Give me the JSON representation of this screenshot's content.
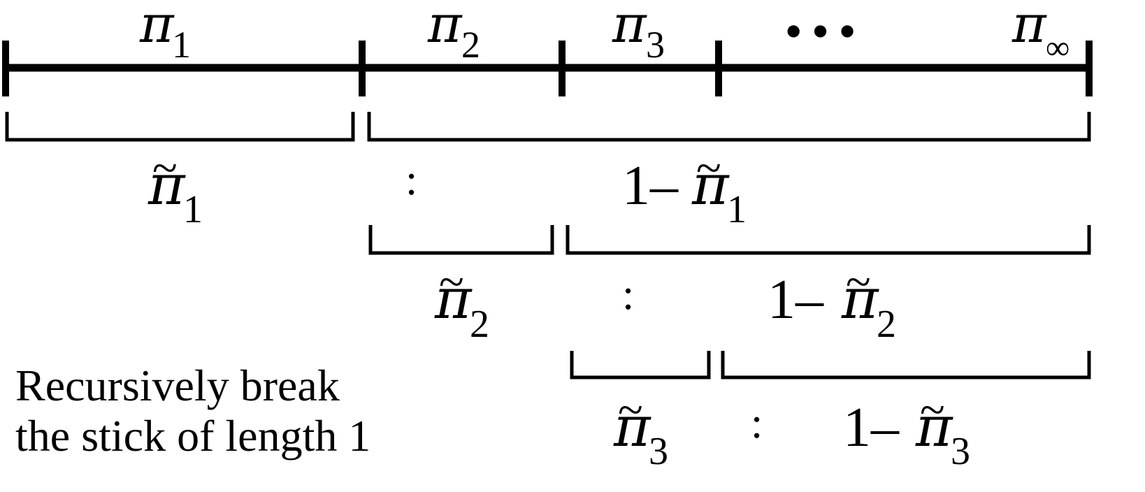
{
  "top_labels": [
    {
      "symbol": "π",
      "sub": "1"
    },
    {
      "symbol": "π",
      "sub": "2"
    },
    {
      "symbol": "π",
      "sub": "3"
    },
    {
      "symbol": "π",
      "sub": "∞"
    }
  ],
  "ellipsis": "• • •",
  "level1": {
    "left": {
      "tilde": "~",
      "symbol": "π",
      "sub": "1"
    },
    "sep": ":",
    "right_prefix": "1–",
    "right": {
      "tilde": "~",
      "symbol": "π",
      "sub": "1"
    }
  },
  "level2": {
    "left": {
      "tilde": "~",
      "symbol": "π",
      "sub": "2"
    },
    "sep": ":",
    "right_prefix": "1–",
    "right": {
      "tilde": "~",
      "symbol": "π",
      "sub": "2"
    }
  },
  "level3": {
    "left": {
      "tilde": "~",
      "symbol": "π",
      "sub": "3"
    },
    "sep": ":",
    "right_prefix": "1–",
    "right": {
      "tilde": "~",
      "symbol": "π",
      "sub": "3"
    }
  },
  "caption": {
    "line1": "Recursively break",
    "line2": "the stick of length 1"
  }
}
